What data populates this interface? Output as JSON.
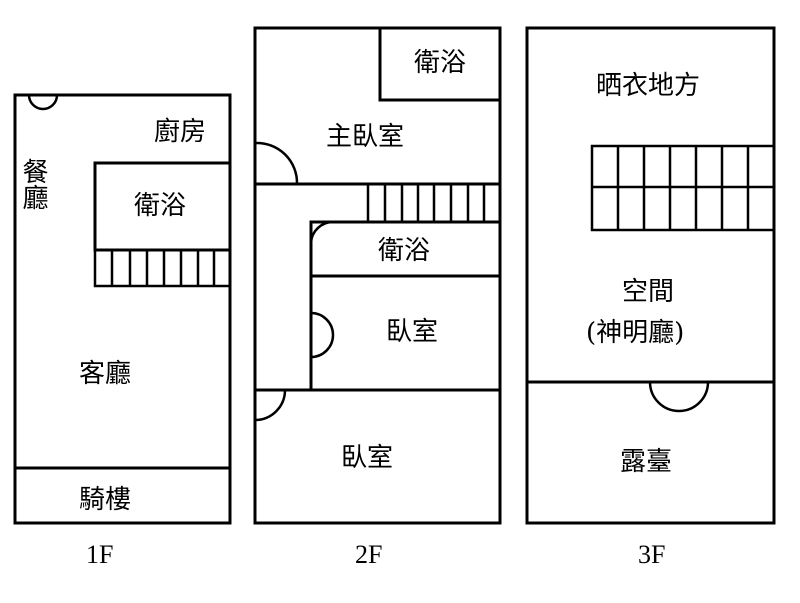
{
  "floors": {
    "f1": {
      "label": "1F",
      "rooms": {
        "dining": "餐廳",
        "kitchen": "廚房",
        "bath": "衛浴",
        "living": "客廳",
        "arcade": "騎樓"
      }
    },
    "f2": {
      "label": "2F",
      "rooms": {
        "bath_top": "衛浴",
        "master": "主臥室",
        "bath_mid": "衛浴",
        "bedroom_mid": "臥室",
        "bedroom_bottom": "臥室"
      }
    },
    "f3": {
      "label": "3F",
      "rooms": {
        "laundry": "晒衣地方",
        "space_line1": "空間",
        "space_line2": "(神明廳)",
        "terrace": "露臺"
      }
    }
  }
}
